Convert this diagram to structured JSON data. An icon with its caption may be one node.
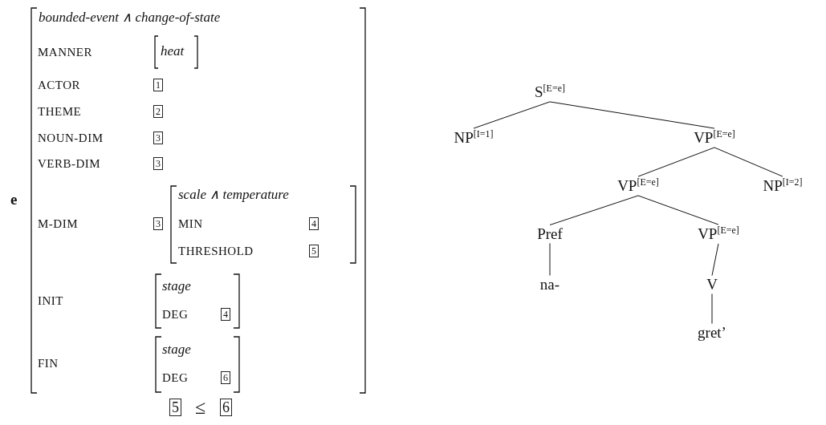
{
  "diagram": {
    "nodes": [
      {
        "text": [
          "S$^{[E=e]}$"
        ]
      },
      {
        "text": [
          "NP$^{[I=1]}$"
        ]
      },
      {
        "text": [
          "VP$^{[E=e]}$"
        ]
      },
      {
        "text": [
          "VP$^{[E=e]}$"
        ]
      },
      {
        "text": [
          "NP$^{[I=2]}$"
        ]
      },
      {
        "text": [
          "Pref"
        ]
      },
      {
        "text": [
          "VP$^{[E=e]}$"
        ]
      },
      {
        "text": [
          "na-"
        ]
      },
      {
        "text": [
          "V"
        ]
      },
      {
        "text": [
          "gret’"
        ]
      }
    ],
    "edges": [
      {
        "from": 0,
        "to": 1,
        "arrow": "none"
      },
      {
        "from": 0,
        "to": 2,
        "arrow": "none"
      },
      {
        "from": 2,
        "to": 3,
        "arrow": "none"
      },
      {
        "from": 2,
        "to": 4,
        "arrow": "none"
      },
      {
        "from": 3,
        "to": 5,
        "arrow": "none"
      },
      {
        "from": 3,
        "to": 6,
        "arrow": "none"
      },
      {
        "from": 5,
        "to": 7,
        "arrow": "none"
      },
      {
        "from": 6,
        "to": 8,
        "arrow": "none"
      },
      {
        "from": 8,
        "to": 9,
        "arrow": "none"
      }
    ],
    "labels": [
      "e",
      "bounded-event ∧ change-of-state",
      "MANNER",
      "heat",
      "ACTOR",
      "1",
      "THEME",
      "2",
      "NOUN-DIM",
      "3",
      "VERB-DIM",
      "3",
      "M-DIM",
      "3",
      "scale ∧ temperature",
      "MIN",
      "4",
      "THRESHOLD",
      "5",
      "INIT",
      "stage",
      "DEG",
      "4",
      "FIN",
      "stage",
      "DEG",
      "6",
      "5",
      "≤",
      "6"
    ]
  }
}
